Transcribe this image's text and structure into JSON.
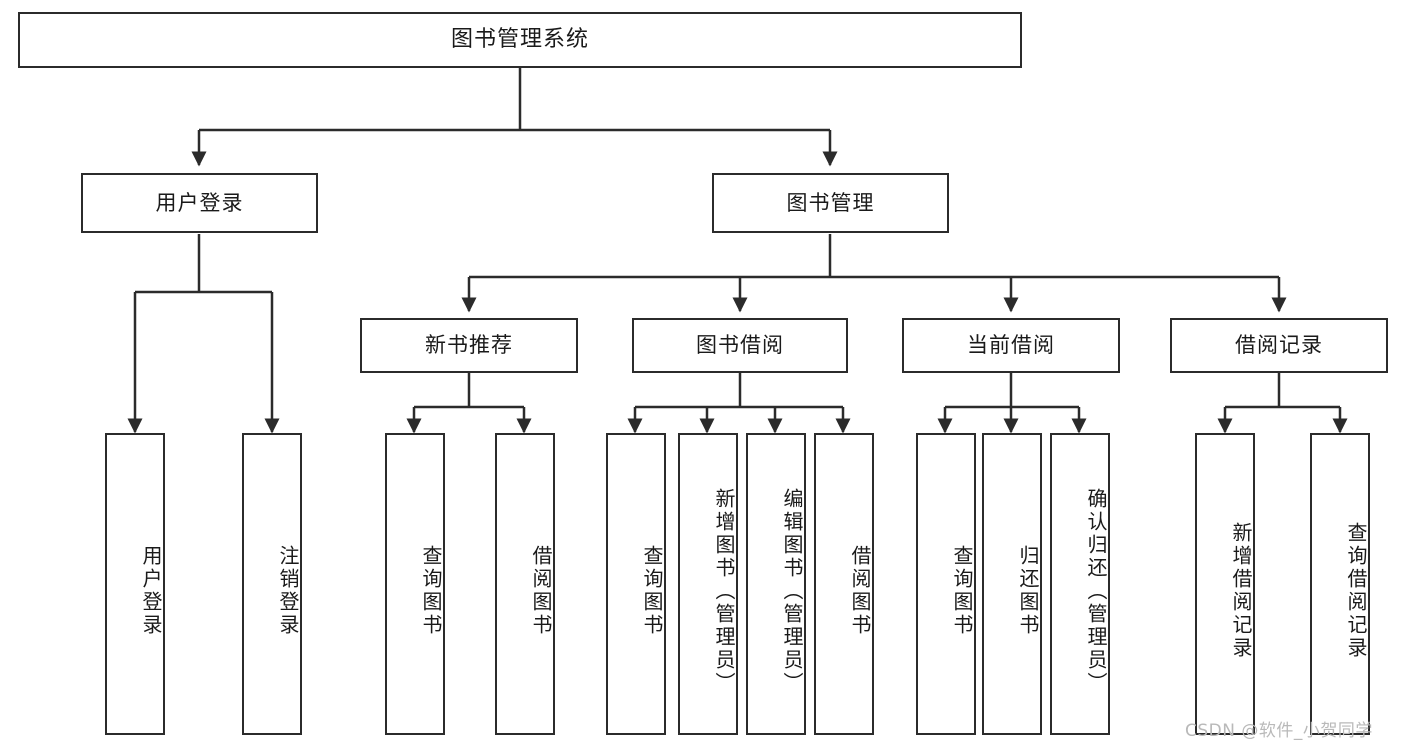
{
  "diagram": {
    "title": "图书管理系统",
    "type": "hierarchy-tree",
    "orientation": "top-down",
    "colors": {
      "stroke": "#2b2b2b",
      "fill": "#ffffff",
      "text": "#1a1a1a",
      "watermark": "#b9b9b9"
    }
  },
  "nodes": {
    "root": {
      "label": "图书管理系统",
      "level": 0
    },
    "level1": [
      {
        "id": "user-login",
        "label": "用户登录"
      },
      {
        "id": "book-manage",
        "label": "图书管理"
      }
    ],
    "level2": [
      {
        "id": "new-book-recommend",
        "label": "新书推荐",
        "parent": "book-manage"
      },
      {
        "id": "book-borrow",
        "label": "图书借阅",
        "parent": "book-manage"
      },
      {
        "id": "current-borrow",
        "label": "当前借阅",
        "parent": "book-manage"
      },
      {
        "id": "borrow-record",
        "label": "借阅记录",
        "parent": "book-manage"
      }
    ],
    "leaves": {
      "user-login": [
        {
          "id": "leaf-user-login",
          "label": "用户登录"
        },
        {
          "id": "leaf-logout",
          "label": "注销登录"
        }
      ],
      "new-book-recommend": [
        {
          "id": "leaf-query-book-1",
          "label": "查询图书"
        },
        {
          "id": "leaf-borrow-book-1",
          "label": "借阅图书"
        }
      ],
      "book-borrow": [
        {
          "id": "leaf-query-book-2",
          "label": "查询图书"
        },
        {
          "id": "leaf-add-book",
          "label": "新增图书（管理员）"
        },
        {
          "id": "leaf-edit-book",
          "label": "编辑图书（管理员）"
        },
        {
          "id": "leaf-borrow-book-2",
          "label": "借阅图书"
        }
      ],
      "current-borrow": [
        {
          "id": "leaf-query-book-3",
          "label": "查询图书"
        },
        {
          "id": "leaf-return-book",
          "label": "归还图书"
        },
        {
          "id": "leaf-confirm-return",
          "label": "确认归还（管理员）"
        }
      ],
      "borrow-record": [
        {
          "id": "leaf-add-record",
          "label": "新增借阅记录"
        },
        {
          "id": "leaf-query-record",
          "label": "查询借阅记录"
        }
      ]
    }
  },
  "watermark": {
    "text": "CSDN @软件_小贺同学"
  }
}
